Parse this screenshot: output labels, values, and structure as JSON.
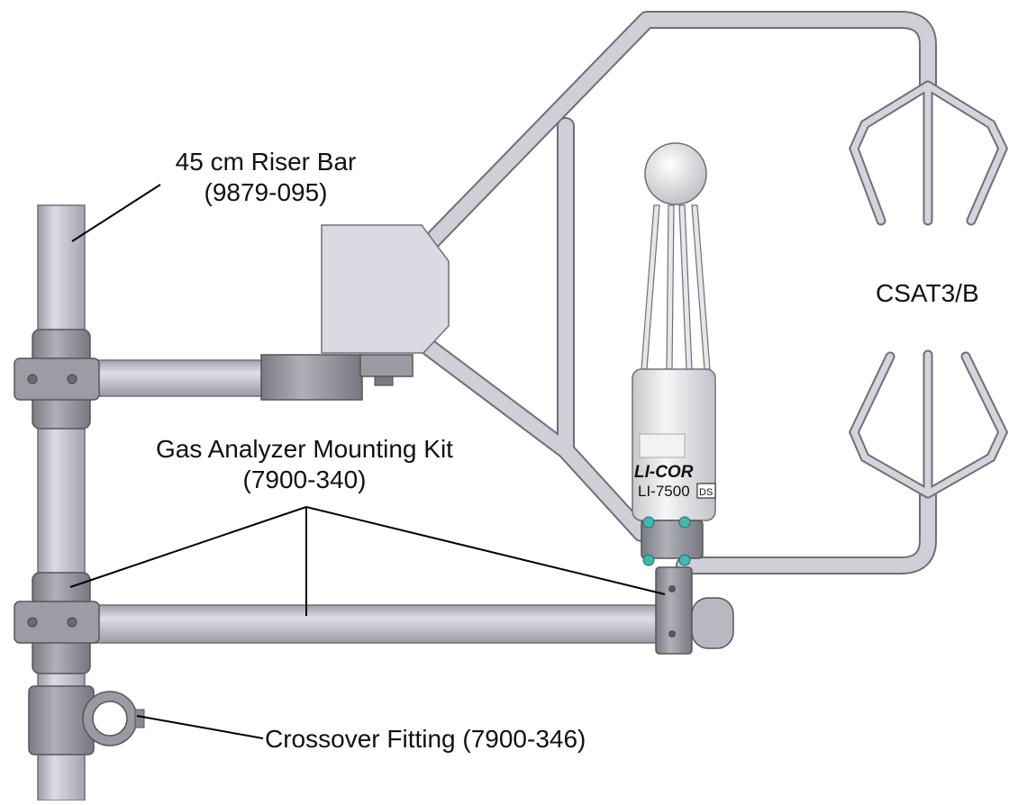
{
  "labels": {
    "riser_bar": {
      "name": "45 cm Riser Bar",
      "part": "(9879-095)"
    },
    "csat": {
      "name": "CSAT3/B"
    },
    "mounting_kit": {
      "name": "Gas Analyzer Mounting Kit",
      "part": "(7900-340)"
    },
    "crossover": {
      "name": "Crossover Fitting (7900-346)"
    }
  },
  "analyzer": {
    "brand": "LI-COR",
    "model": "LI-7500",
    "model_suffix": "DS"
  },
  "colors": {
    "pipe": "#c9c9d3",
    "pipe_edge": "#6f6f7a",
    "dark_metal": "#8e8e94",
    "box": "#d6d6de",
    "accent_teal": "#3fb8b0"
  }
}
